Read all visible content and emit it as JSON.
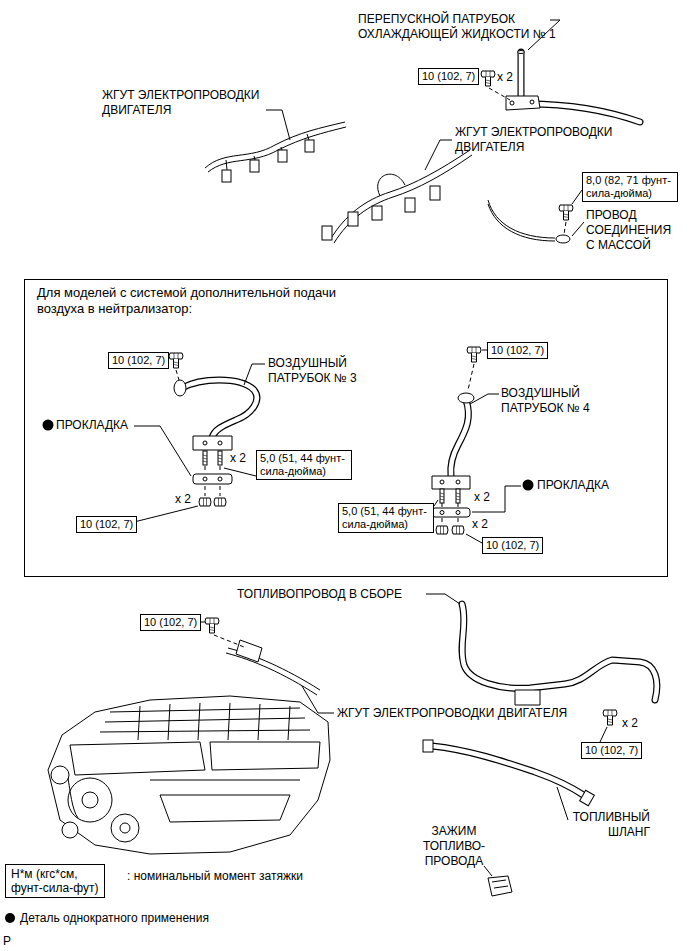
{
  "diagram": {
    "nodes": [
      {
        "text": [
          "10 (102, 7)"
        ]
      },
      {
        "text": [
          "8,0 (82, 71 фунт- сила-дюйма)"
        ]
      },
      {
        "text": [
          "Для моделей с системой дополнительной подачи воздуха в нейтрализатор:"
        ]
      },
      {
        "text": [
          "10 (102, 7)"
        ],
        "in": 2
      },
      {
        "text": [
          "10 (102, 7)"
        ],
        "in": 2
      },
      {
        "text": [
          "5,0 (51, 44 фунт- сила-дюйма)"
        ],
        "in": 2
      },
      {
        "text": [
          "5,0 (51, 44 фунт- сила-дюйма)"
        ],
        "in": 2
      },
      {
        "text": [
          "10 (102, 7)"
        ],
        "in": 2
      },
      {
        "text": [
          "10 (102, 7)"
        ],
        "in": 2
      },
      {
        "text": [
          "10 (102, 7)"
        ]
      },
      {
        "text": [
          "10 (102, 7)"
        ]
      },
      {
        "text": [
          "Н*м (кгс*см, фунт-сила-фут)"
        ]
      }
    ],
    "labels": [
      "ПЕРЕПУСКНОЙ ПАТРУБОК ОХЛАЖДАЮЩЕЙ ЖИДКОСТИ № 1",
      "x 2",
      "ЖГУТ ЭЛЕКТРОПРОВОДКИ ДВИГАТЕЛЯ",
      "ЖГУТ ЭЛЕКТРОПРОВОДКИ ДВИГАТЕЛЯ",
      "ПРОВОД СОЕДИНЕНИЯ С МАССОЙ",
      "ВОЗДУШНЫЙ ПАТРУБОК № 3",
      "ПРОКЛАДКА",
      "x 2",
      "x 2",
      "ВОЗДУШНЫЙ ПАТРУБОК № 4",
      "x 2",
      "ПРОКЛАДКА",
      "x 2",
      "ТОПЛИВОПРОВОД В СБОРЕ",
      "ЖГУТ ЭЛЕКТРОПРОВОДКИ ДВИГАТЕЛЯ",
      "x 2",
      "ТОПЛИВНЫЙ ШЛАНГ",
      "ЗАЖИМ ТОПЛИВО- ПРОВОДА",
      "P"
    ],
    "legend": [
      {
        "text": ": номинальный момент затяжки"
      },
      {
        "text": "Деталь однократного применения"
      }
    ]
  }
}
